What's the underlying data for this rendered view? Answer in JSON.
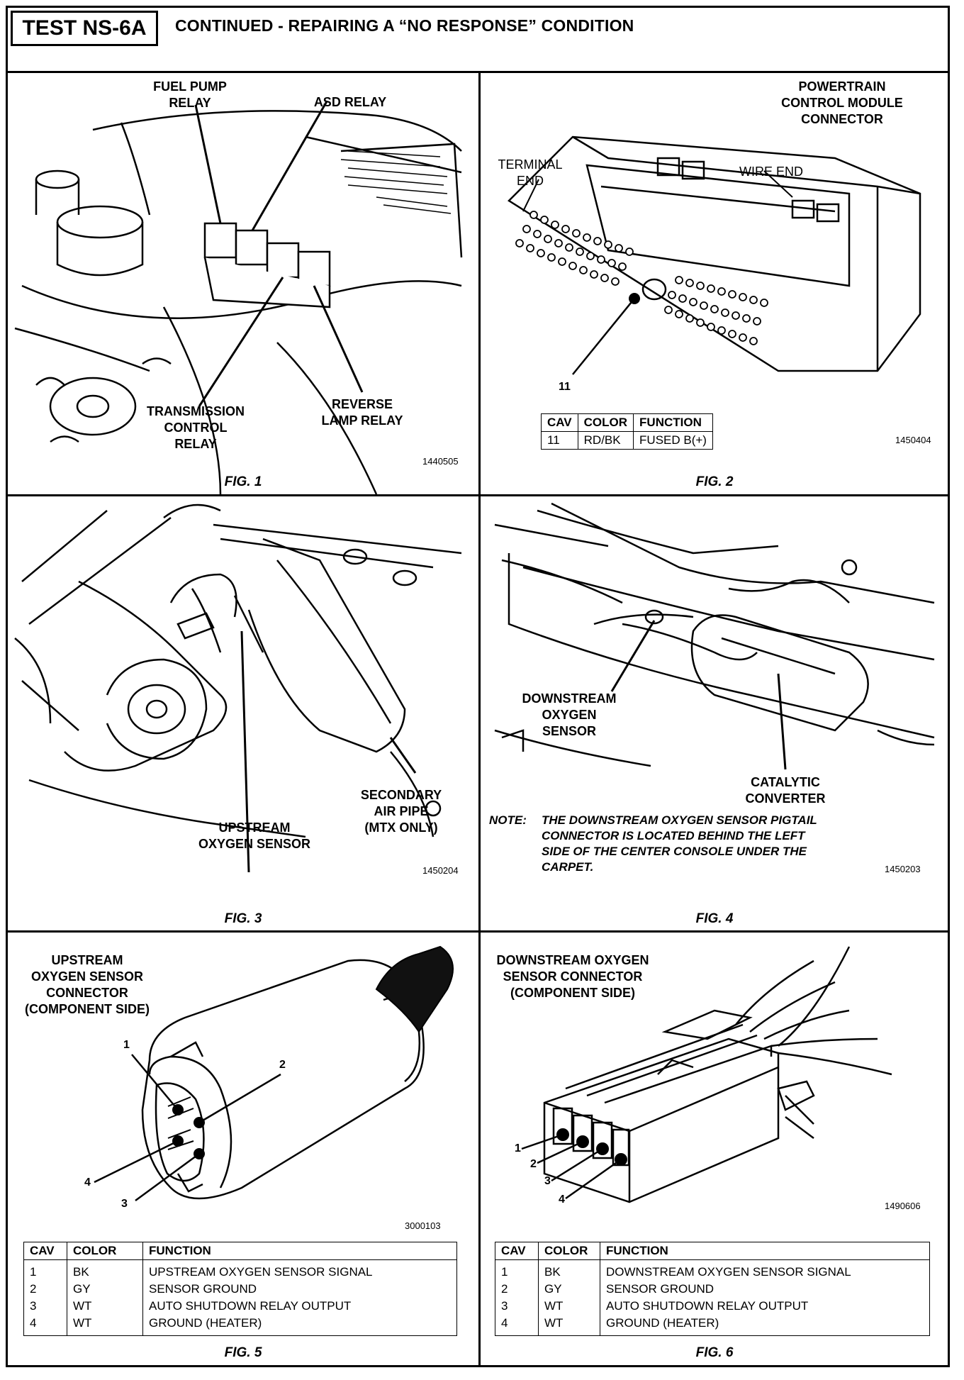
{
  "header": {
    "test_id": "TEST NS-6A",
    "title": "CONTINUED -  REPAIRING A “NO RESPONSE” CONDITION"
  },
  "fig1": {
    "caption": "FIG. 1",
    "labels": {
      "fuel_pump_relay": "FUEL PUMP\nRELAY",
      "asd_relay": "ASD RELAY",
      "transmission_control_relay": "TRANSMISSION\nCONTROL\nRELAY",
      "reverse_lamp_relay": "REVERSE\nLAMP RELAY"
    },
    "id_number": "1440505"
  },
  "fig2": {
    "caption": "FIG. 2",
    "title": "POWERTRAIN\nCONTROL MODULE\nCONNECTOR",
    "terminal_end": "TERMINAL\nEND",
    "wire_end": "WIRE  END",
    "callout_11": "11",
    "id_number": "1450404",
    "table": {
      "headers": [
        "CAV",
        "COLOR",
        "FUNCTION"
      ],
      "rows": [
        [
          "11",
          "RD/BK",
          "FUSED B(+)"
        ]
      ]
    }
  },
  "fig3": {
    "caption": "FIG. 3",
    "upstream": "UPSTREAM\nOXYGEN SENSOR",
    "secondary": "SECONDARY\nAIR PIPE\n(MTX ONLY)",
    "id_number": "1450204"
  },
  "fig4": {
    "caption": "FIG. 4",
    "downstream": "DOWNSTREAM\nOXYGEN\nSENSOR",
    "catalytic": "CATALYTIC\nCONVERTER",
    "note_label": "NOTE:",
    "note_text": "THE DOWNSTREAM OXYGEN SENSOR PIGTAIL\nCONNECTOR IS LOCATED BEHIND THE LEFT\nSIDE OF THE CENTER CONSOLE UNDER THE\nCARPET.",
    "id_number": "1450203"
  },
  "fig5": {
    "caption": "FIG. 5",
    "title": "UPSTREAM\nOXYGEN SENSOR\nCONNECTOR\n(COMPONENT SIDE)",
    "callouts": [
      "1",
      "2",
      "3",
      "4"
    ],
    "id_number": "3000103",
    "table": {
      "headers": [
        "CAV",
        "COLOR",
        "FUNCTION"
      ],
      "rows": [
        [
          "1",
          "BK",
          "UPSTREAM OXYGEN SENSOR SIGNAL"
        ],
        [
          "2",
          "GY",
          "SENSOR GROUND"
        ],
        [
          "3",
          "WT",
          "AUTO SHUTDOWN RELAY OUTPUT"
        ],
        [
          "4",
          "WT",
          "GROUND (HEATER)"
        ]
      ]
    }
  },
  "fig6": {
    "caption": "FIG. 6",
    "title": "DOWNSTREAM OXYGEN\nSENSOR CONNECTOR\n(COMPONENT SIDE)",
    "callouts": [
      "1",
      "2",
      "3",
      "4"
    ],
    "id_number": "1490606",
    "table": {
      "headers": [
        "CAV",
        "COLOR",
        "FUNCTION"
      ],
      "rows": [
        [
          "1",
          "BK",
          "DOWNSTREAM OXYGEN SENSOR SIGNAL"
        ],
        [
          "2",
          "GY",
          "SENSOR GROUND"
        ],
        [
          "3",
          "WT",
          "AUTO SHUTDOWN RELAY OUTPUT"
        ],
        [
          "4",
          "WT",
          "GROUND (HEATER)"
        ]
      ]
    }
  }
}
